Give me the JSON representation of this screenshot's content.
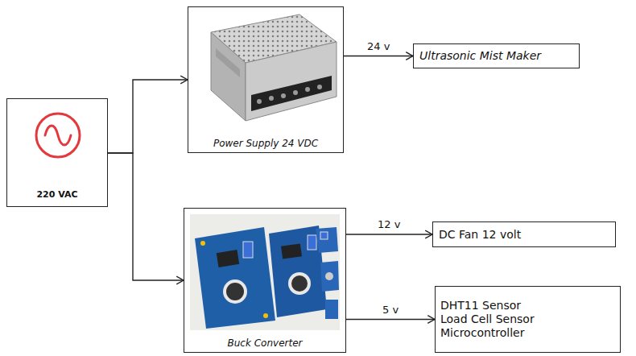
{
  "diagram": {
    "nodes": [
      {
        "text": [
          "220 VAC"
        ]
      },
      {
        "text": [
          "Power Supply 24 VDC"
        ]
      },
      {
        "text": [
          "Ultrasonic Mist Maker"
        ]
      },
      {
        "text": [
          "Buck Converter"
        ]
      },
      {
        "text": [
          "DC Fan 12 volt"
        ]
      },
      {
        "text": [
          "DHT11 Sensor",
          "Load Cell Sensor",
          "Microcontroller"
        ]
      }
    ],
    "edges": [
      {
        "from": 0,
        "to": 1,
        "arrow": "to"
      },
      {
        "from": 0,
        "to": 3,
        "arrow": "to"
      },
      {
        "from": 1,
        "to": 2,
        "label": "24 v",
        "arrow": "to"
      },
      {
        "from": 3,
        "to": 4,
        "label": "12 v",
        "arrow": "to"
      },
      {
        "from": 3,
        "to": 5,
        "label": "5 v",
        "arrow": "to"
      }
    ]
  }
}
